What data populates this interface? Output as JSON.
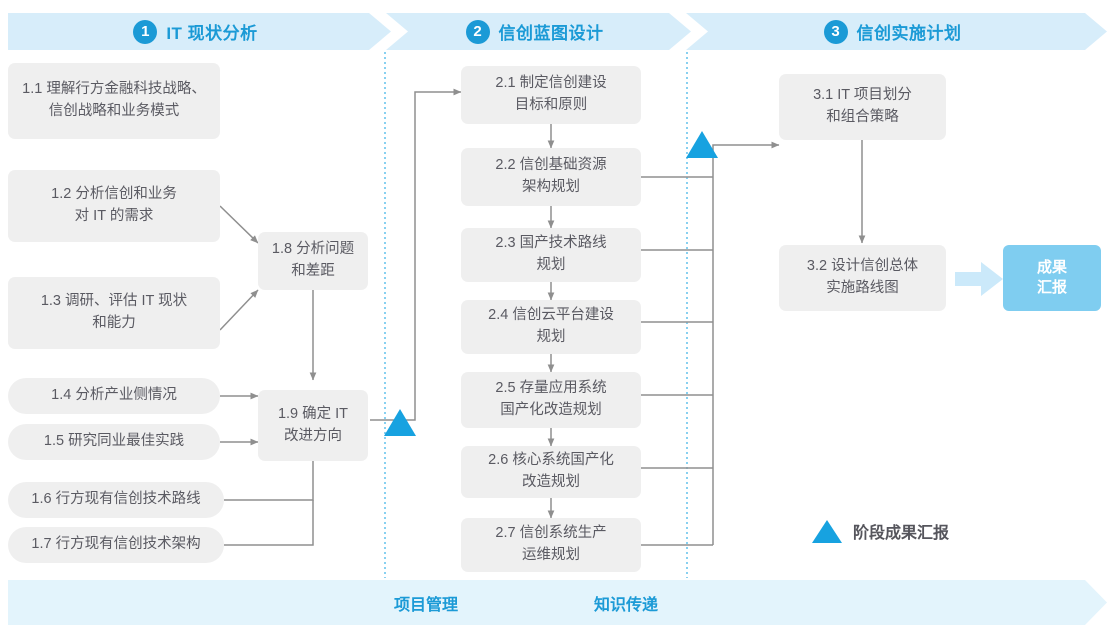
{
  "header": {
    "phases": [
      {
        "num": "1",
        "label": "IT 现状分析"
      },
      {
        "num": "2",
        "label": "信创蓝图设计"
      },
      {
        "num": "3",
        "label": "信创实施计划"
      }
    ]
  },
  "footer": {
    "labels": [
      "项目管理",
      "知识传递"
    ]
  },
  "legend": {
    "icon": "triangle-marker",
    "text": "阶段成果汇报"
  },
  "colors": {
    "accent": "#1b9ad6",
    "phase_bar": "#d7edfa",
    "footer_bar": "#e3f4fc",
    "node_bg": "#efefef",
    "node_text": "#5a5a62",
    "result_bg": "#7fcdf0",
    "connector": "#8f8f8f",
    "milestone": "#17a2e0",
    "divider": "#56bdea"
  },
  "column1": {
    "nodes": [
      {
        "id": "1.1",
        "text": "1.1 理解行方金融科技战略、\n信创战略和业务模式"
      },
      {
        "id": "1.2",
        "text": "1.2 分析信创和业务\n对 IT 的需求"
      },
      {
        "id": "1.3",
        "text": "1.3 调研、评估 IT 现状\n和能力"
      },
      {
        "id": "1.4",
        "text": "1.4 分析产业侧情况"
      },
      {
        "id": "1.5",
        "text": "1.5 研究同业最佳实践"
      },
      {
        "id": "1.6",
        "text": "1.6 行方现有信创技术路线"
      },
      {
        "id": "1.7",
        "text": "1.7 行方现有信创技术架构"
      },
      {
        "id": "1.8",
        "text": "1.8 分析问题\n和差距"
      },
      {
        "id": "1.9",
        "text": "1.9 确定 IT\n改进方向"
      }
    ]
  },
  "column2": {
    "nodes": [
      {
        "id": "2.1",
        "text": "2.1 制定信创建设\n目标和原则"
      },
      {
        "id": "2.2",
        "text": "2.2 信创基础资源\n架构规划"
      },
      {
        "id": "2.3",
        "text": "2.3 国产技术路线\n规划"
      },
      {
        "id": "2.4",
        "text": "2.4 信创云平台建设\n规划"
      },
      {
        "id": "2.5",
        "text": "2.5 存量应用系统\n国产化改造规划"
      },
      {
        "id": "2.6",
        "text": "2.6 核心系统国产化\n改造规划"
      },
      {
        "id": "2.7",
        "text": "2.7 信创系统生产\n运维规划"
      }
    ]
  },
  "column3": {
    "nodes": [
      {
        "id": "3.1",
        "text": "3.1 IT 项目划分\n和组合策略"
      },
      {
        "id": "3.2",
        "text": "3.2 设计信创总体\n实施路线图"
      }
    ],
    "result": {
      "text": "成果\n汇报"
    }
  }
}
